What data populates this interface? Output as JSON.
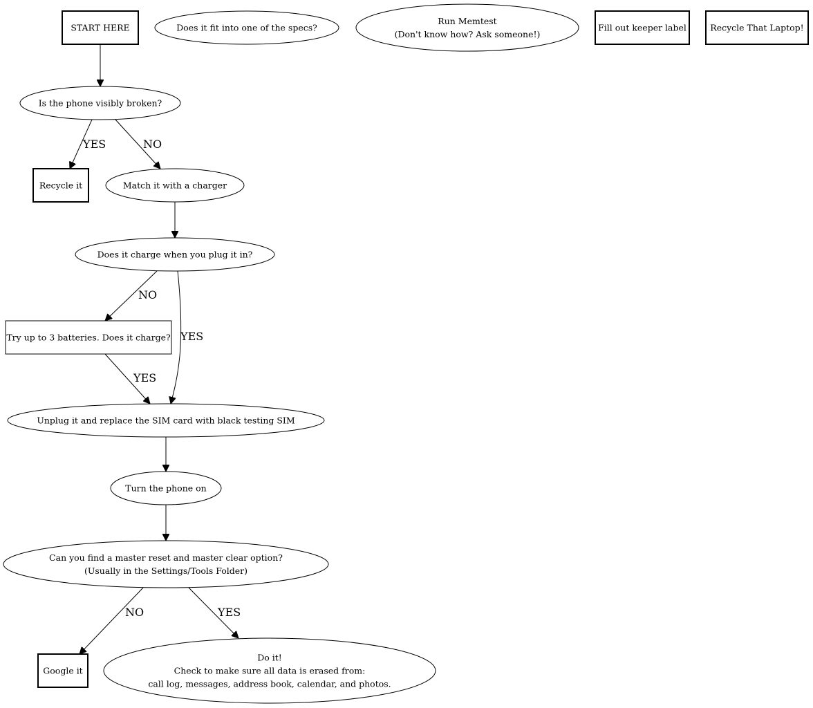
{
  "nodes": {
    "start": {
      "shape": "box",
      "bold": true,
      "lines": [
        "START HERE"
      ]
    },
    "specs": {
      "shape": "ellipse",
      "bold": false,
      "lines": [
        "Does it fit into one of the specs?"
      ]
    },
    "memtest": {
      "shape": "ellipse",
      "bold": false,
      "lines": [
        "Run Memtest",
        "(Don't know how?  Ask someone!)"
      ]
    },
    "keeper": {
      "shape": "box",
      "bold": true,
      "lines": [
        "Fill out keeper label"
      ]
    },
    "recycle_laptop": {
      "shape": "box",
      "bold": true,
      "lines": [
        "Recycle That Laptop!"
      ]
    },
    "broken": {
      "shape": "ellipse",
      "bold": false,
      "lines": [
        "Is the phone visibly broken?"
      ]
    },
    "recycle": {
      "shape": "box",
      "bold": true,
      "lines": [
        "Recycle it"
      ]
    },
    "charger": {
      "shape": "ellipse",
      "bold": false,
      "lines": [
        "Match it with a charger"
      ]
    },
    "charge": {
      "shape": "ellipse",
      "bold": false,
      "lines": [
        "Does it charge when you plug it in?"
      ]
    },
    "batteries": {
      "shape": "box",
      "bold": false,
      "lines": [
        "Try up to 3 batteries. Does it charge?"
      ]
    },
    "sim": {
      "shape": "ellipse",
      "bold": false,
      "lines": [
        "Unplug it and replace the SIM card with black testing SIM"
      ]
    },
    "turnon": {
      "shape": "ellipse",
      "bold": false,
      "lines": [
        "Turn the phone on"
      ]
    },
    "reset": {
      "shape": "ellipse",
      "bold": false,
      "lines": [
        "Can you find a master reset and master clear option?",
        "(Usually in the Settings/Tools Folder)"
      ]
    },
    "google": {
      "shape": "box",
      "bold": true,
      "lines": [
        "Google it"
      ]
    },
    "doit": {
      "shape": "ellipse",
      "bold": false,
      "lines": [
        "Do it!",
        "Check to make sure all data is erased from:",
        "call log, messages, address book, calendar, and photos."
      ]
    }
  },
  "edges": [
    {
      "from": "start",
      "to": "broken",
      "label": ""
    },
    {
      "from": "broken",
      "to": "recycle",
      "label": "YES"
    },
    {
      "from": "broken",
      "to": "charger",
      "label": "NO"
    },
    {
      "from": "charger",
      "to": "charge",
      "label": ""
    },
    {
      "from": "charge",
      "to": "batteries",
      "label": "NO"
    },
    {
      "from": "charge",
      "to": "sim",
      "label": "YES"
    },
    {
      "from": "batteries",
      "to": "sim",
      "label": "YES"
    },
    {
      "from": "sim",
      "to": "turnon",
      "label": ""
    },
    {
      "from": "turnon",
      "to": "reset",
      "label": ""
    },
    {
      "from": "reset",
      "to": "google",
      "label": "NO"
    },
    {
      "from": "reset",
      "to": "doit",
      "label": "YES"
    }
  ]
}
